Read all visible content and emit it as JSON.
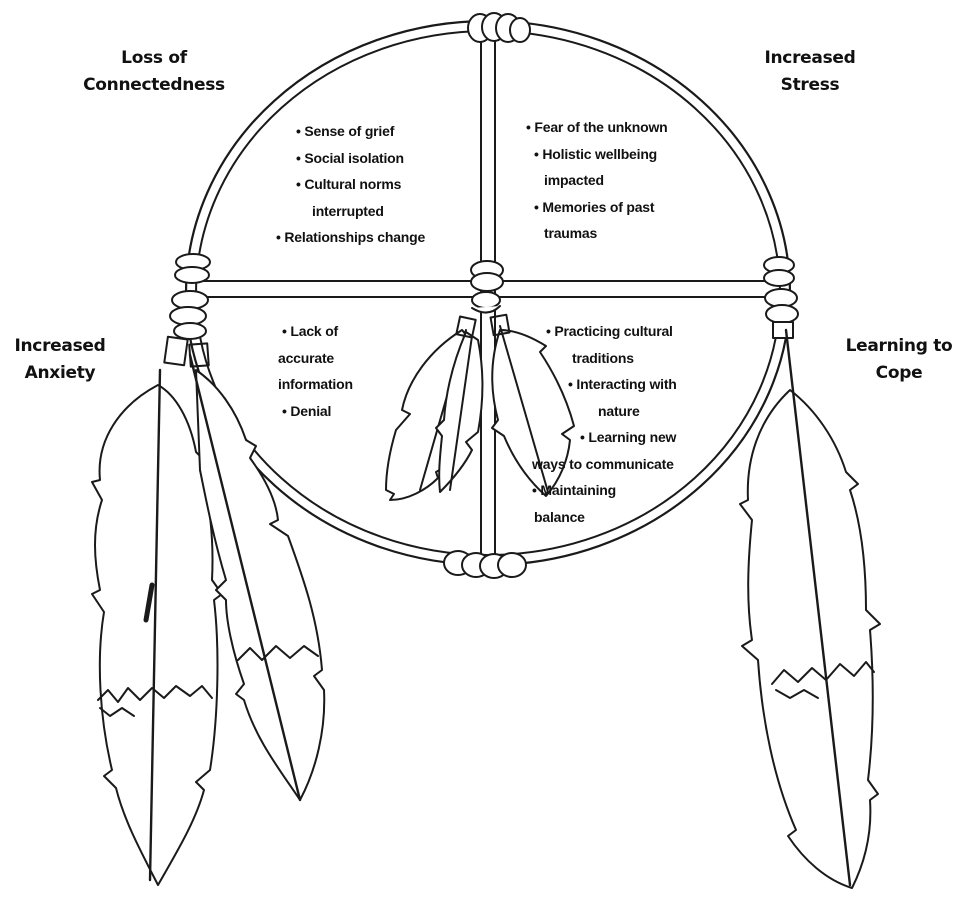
{
  "headings": {
    "top_left": [
      "Loss of",
      "Connectedness"
    ],
    "top_right": [
      "Increased",
      "Stress"
    ],
    "mid_left": [
      "Increased",
      "Anxiety"
    ],
    "mid_right": [
      "Learning to",
      "Cope"
    ]
  },
  "quadrants": {
    "top_left": [
      "• Sense of grief",
      "• Social isolation",
      "• Cultural norms",
      "interrupted",
      "• Relationships change"
    ],
    "top_right": [
      "• Fear of the unknown",
      "• Holistic wellbeing",
      "impacted",
      "• Memories of past",
      "traumas"
    ],
    "bottom_left": [
      "• Lack of",
      "accurate",
      "information",
      "• Denial"
    ],
    "bottom_right": [
      "• Practicing cultural",
      "traditions",
      "• Interacting with",
      "nature",
      "• Learning new",
      "ways to communicate",
      "• Maintaining",
      "balance"
    ]
  },
  "colors": {
    "ink": "#1a1a1a",
    "background": "#ffffff"
  }
}
